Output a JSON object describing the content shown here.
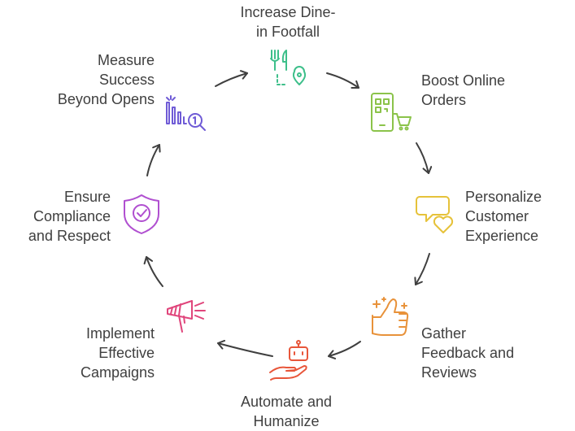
{
  "steps": [
    {
      "id": "dine-in",
      "lines": [
        "Increase Dine-",
        "in Footfall"
      ],
      "icon": "fork-knife-location-icon",
      "color": "#3dbf8a"
    },
    {
      "id": "online-orders",
      "lines": [
        "Boost Online",
        "Orders"
      ],
      "icon": "mobile-qr-cart-icon",
      "color": "#8bc34a"
    },
    {
      "id": "personalize",
      "lines": [
        "Personalize",
        "Customer",
        "Experience"
      ],
      "icon": "chat-heart-icon",
      "color": "#e6c23a"
    },
    {
      "id": "feedback",
      "lines": [
        "Gather",
        "Feedback and",
        "Reviews"
      ],
      "icon": "thumbs-up-sparkle-icon",
      "color": "#e8923a"
    },
    {
      "id": "automate",
      "lines": [
        "Automate and",
        "Humanize"
      ],
      "icon": "robot-hand-icon",
      "color": "#e8563a"
    },
    {
      "id": "campaigns",
      "lines": [
        "Implement",
        "Effective",
        "Campaigns"
      ],
      "icon": "megaphone-icon",
      "color": "#e0457b"
    },
    {
      "id": "compliance",
      "lines": [
        "Ensure",
        "Compliance",
        "and Respect"
      ],
      "icon": "shield-check-icon",
      "color": "#b04fd0"
    },
    {
      "id": "measure",
      "lines": [
        "Measure",
        "Success",
        "Beyond Opens"
      ],
      "icon": "bar-chart-search-icon",
      "color": "#6f5bd6"
    }
  ],
  "arrow_color": "#3f3f3f"
}
